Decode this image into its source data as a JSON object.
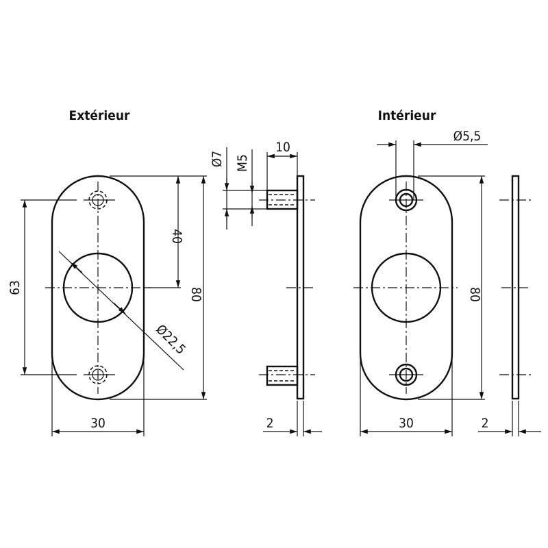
{
  "titles": {
    "exterior": "Extérieur",
    "interior": "Intérieur"
  },
  "exterior_front": {
    "width": "30",
    "hole_spacing": "63",
    "center_offset": "40",
    "height": "80",
    "hole_diameter": "Ø22,5"
  },
  "exterior_side": {
    "stud_diameter": "Ø7",
    "stud_thread": "M5",
    "stud_length": "10",
    "thickness": "2"
  },
  "interior_front": {
    "screw_hole": "Ø5,5",
    "height": "80",
    "width": "30"
  },
  "interior_side": {
    "thickness": "2"
  }
}
